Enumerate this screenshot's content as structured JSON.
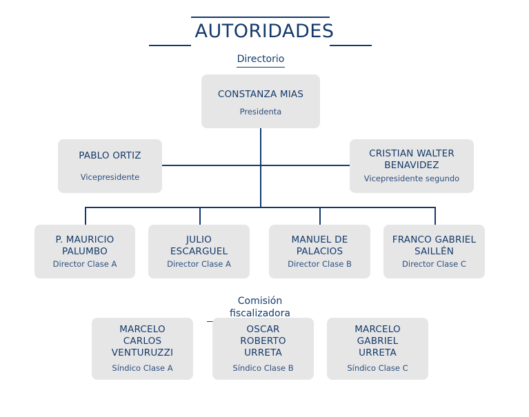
{
  "title": "AUTORIDADES",
  "sections": {
    "directorio": "Directorio",
    "comision": "Comisión fiscalizadora"
  },
  "presidente": {
    "name": "CONSTANZA MIAS",
    "role": "Presidenta"
  },
  "vicepresidentes": [
    {
      "name": "PABLO ORTIZ",
      "role": "Vicepresidente"
    },
    {
      "name": "CRISTIAN WALTER BENAVIDEZ",
      "role": "Vicepresidente segundo"
    }
  ],
  "directores": [
    {
      "name": "P. MAURICIO PALUMBO",
      "role": "Director Clase A"
    },
    {
      "name": "JULIO ESCARGUEL",
      "role": "Director Clase A"
    },
    {
      "name": "MANUEL DE PALACIOS",
      "role": "Director Clase B"
    },
    {
      "name": "FRANCO GABRIEL SAILLÉN",
      "role": "Director Clase C"
    }
  ],
  "sindicos": [
    {
      "name": "MARCELO CARLOS VENTURUZZI",
      "role": "Síndico Clase A"
    },
    {
      "name": "OSCAR ROBERTO URRETA",
      "role": "Síndico Clase B"
    },
    {
      "name": "MARCELO GABRIEL URRETA",
      "role": "Síndico Clase C"
    }
  ],
  "colors": {
    "accent": "#13396b",
    "box": "#e6e6e6"
  }
}
